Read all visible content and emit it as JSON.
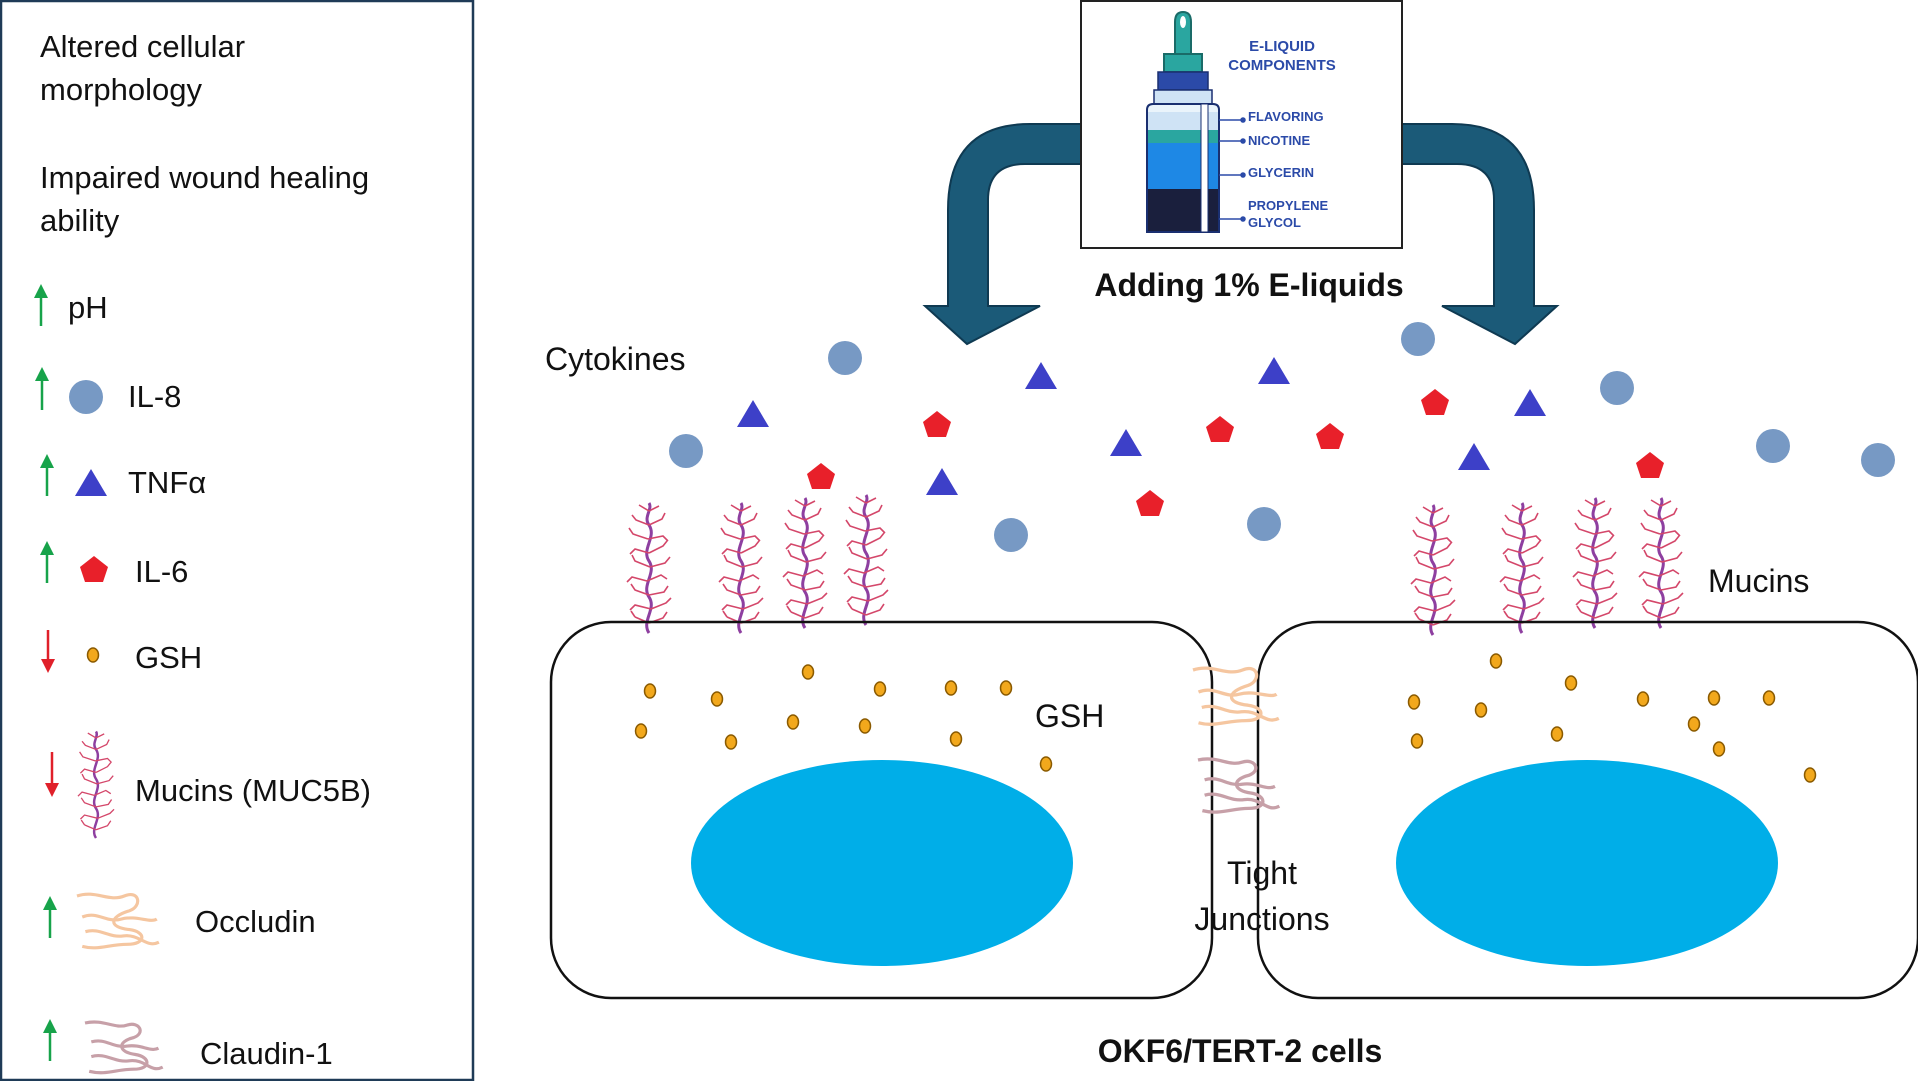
{
  "legend": {
    "effects": [
      "Altered cellular morphology",
      "Impaired wound healing ability"
    ],
    "effect_lines": [
      [
        "Altered cellular",
        "morphology"
      ],
      [
        "Impaired wound healing",
        "ability"
      ]
    ],
    "items": [
      {
        "direction": "up",
        "marker": "none",
        "label": "pH"
      },
      {
        "direction": "up",
        "marker": "circle",
        "label": "IL-8"
      },
      {
        "direction": "up",
        "marker": "triangle",
        "label": "TNFα"
      },
      {
        "direction": "up",
        "marker": "pentagon",
        "label": "IL-6"
      },
      {
        "direction": "down",
        "marker": "dot",
        "label": "GSH"
      },
      {
        "direction": "down",
        "marker": "mucin",
        "label": "Mucins (MUC5B)"
      },
      {
        "direction": "up",
        "marker": "occludin",
        "label": "Occludin"
      },
      {
        "direction": "up",
        "marker": "claudin",
        "label": "Claudin-1"
      }
    ]
  },
  "bottle": {
    "title_lines": [
      "E-LIQUID",
      "COMPONENTS"
    ],
    "components": [
      "FLAVORING",
      "NICOTINE",
      "GLYCERIN",
      "PROPYLENE",
      "GLYCOL"
    ]
  },
  "main": {
    "add_label": "Adding 1% E-liquids",
    "cytokines_label": "Cytokines",
    "mucins_label": "Mucins",
    "gsh_label": "GSH",
    "tight_junctions_lines": [
      "Tight",
      "Junctions"
    ],
    "cells_label": "OKF6/TERT-2 cells"
  },
  "colors": {
    "arrow": "#1b5a78",
    "il8": "#7799c4",
    "tnfa": "#3d40c8",
    "il6": "#e8202a",
    "gsh_fill": "#f2a81c",
    "gsh_stroke": "#8a5a00",
    "nucleus": "#00aee8",
    "up_arrow": "#17a34a",
    "down_arrow": "#e0202a",
    "mucin_stem": "#8e3fa0",
    "mucin_branch": "#d4476a",
    "occludin": "#f5c6a0",
    "claudin": "#c7a0a8"
  }
}
